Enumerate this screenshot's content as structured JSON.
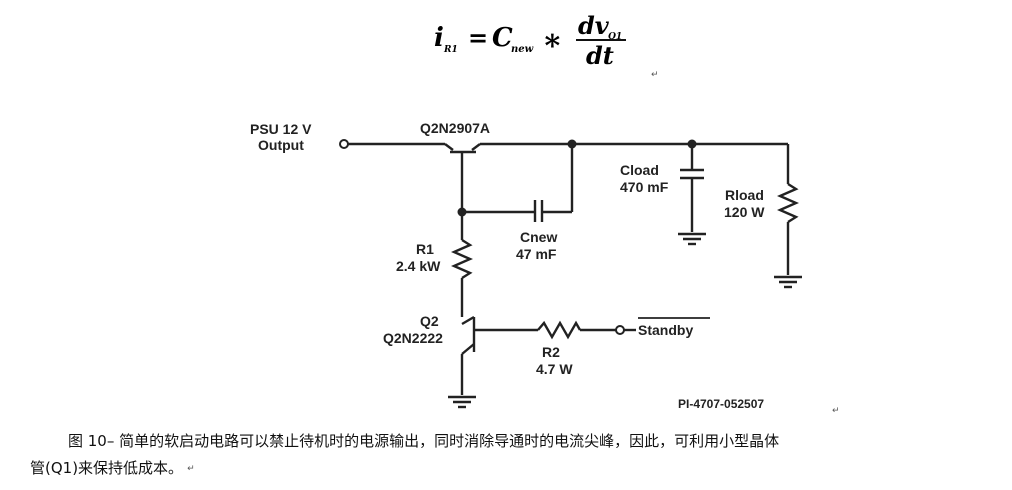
{
  "formula": {
    "lhs_main": "i",
    "lhs_sub": "R1",
    "equals": "=",
    "c_main": "C",
    "c_sub": "new",
    "times": "∗",
    "num_main": "dv",
    "num_sub": "Q1",
    "den": "dt"
  },
  "paragraph_mark": "↵",
  "schematic": {
    "psu_line1": "PSU 12 V",
    "psu_line2": "Output",
    "q1_part": "Q2N2907A",
    "cload_name": "Cload",
    "cload_value": "470 mF",
    "rload_name": "Rload",
    "rload_value": "120 W",
    "cnew_name": "Cnew",
    "cnew_value": "47 mF",
    "r1_name": "R1",
    "r1_value": "2.4 kW",
    "q2_name": "Q2",
    "q2_part": "Q2N2222",
    "r2_name": "R2",
    "r2_value": "4.7 W",
    "standby": "Standby",
    "figure_id": "PI-4707-052507"
  },
  "caption": {
    "line1": "图 10– 简单的软启动电路可以禁止待机时的电源输出，同时消除导通时的电流尖峰，因此，可利用小型晶体",
    "line2": "管(Q1)来保持低成本。"
  }
}
